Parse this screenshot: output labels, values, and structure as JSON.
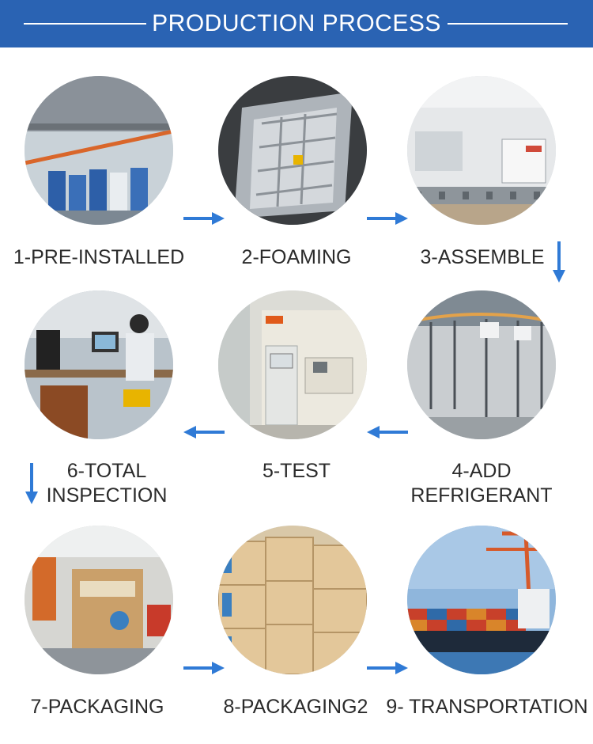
{
  "header": {
    "title": "PRODUCTION PROCESS"
  },
  "steps": [
    {
      "label": "1-PRE-INSTALLED"
    },
    {
      "label": "2-FOAMING"
    },
    {
      "label": "3-ASSEMBLE"
    },
    {
      "label": "4-ADD",
      "label2": "REFRIGERANT"
    },
    {
      "label": "5-TEST"
    },
    {
      "label": "6-TOTAL",
      "label2": "INSPECTION"
    },
    {
      "label": "7-PACKAGING"
    },
    {
      "label": "8-PACKAGING2"
    },
    {
      "label": "9- TRANSPORTATION"
    }
  ],
  "colors": {
    "banner": "#2a63b3",
    "arrow": "#2f7ad6",
    "text": "#2b2b2b"
  }
}
